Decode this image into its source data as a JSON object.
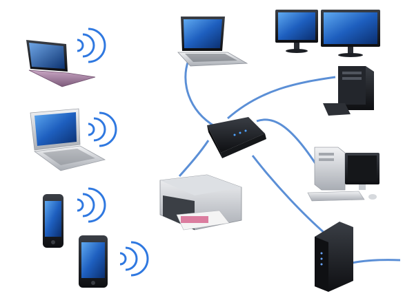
{
  "colors": {
    "background": "#ffffff",
    "cable": "#5b8fd6",
    "wifi": "#2f78e0",
    "device_dark": "#1c1f24",
    "device_silver": "#c9cdd3",
    "screen_blue": "#1e5fbf"
  },
  "devices": [
    {
      "id": "netbook-purple",
      "icon": "netbook-icon"
    },
    {
      "id": "laptop-silver",
      "icon": "laptop-icon"
    },
    {
      "id": "smartphone-left",
      "icon": "smartphone-icon"
    },
    {
      "id": "smartphone-right",
      "icon": "smartphone-icon"
    },
    {
      "id": "laptop-top",
      "icon": "laptop-icon"
    },
    {
      "id": "dual-monitors",
      "icon": "monitor-icon"
    },
    {
      "id": "tower-pc-black",
      "icon": "desktop-tower-icon"
    },
    {
      "id": "router",
      "icon": "wireless-router-icon"
    },
    {
      "id": "printer",
      "icon": "printer-icon"
    },
    {
      "id": "desktop-pc-white",
      "icon": "desktop-computer-icon"
    },
    {
      "id": "cable-modem",
      "icon": "cable-modem-icon"
    }
  ],
  "connections": [
    {
      "from": "laptop-top",
      "to": "router",
      "kind": "wired"
    },
    {
      "from": "tower-pc-black",
      "to": "router",
      "kind": "wired"
    },
    {
      "from": "desktop-pc-white",
      "to": "router",
      "kind": "wired"
    },
    {
      "from": "router",
      "to": "printer",
      "kind": "wired"
    },
    {
      "from": "router",
      "to": "cable-modem",
      "kind": "wired"
    },
    {
      "from": "cable-modem",
      "to": "external",
      "kind": "wired"
    }
  ],
  "wireless_devices": [
    "netbook-purple",
    "laptop-silver",
    "smartphone-left",
    "smartphone-right"
  ]
}
